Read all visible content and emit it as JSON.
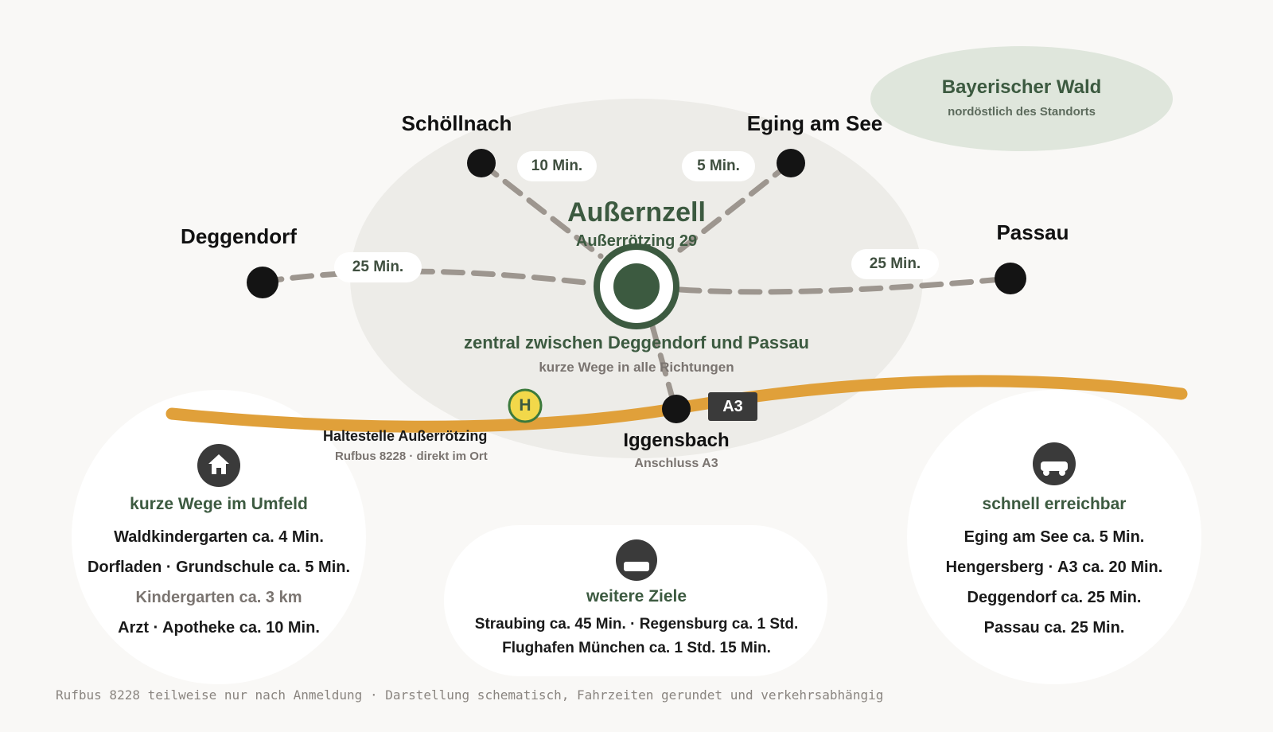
{
  "region": {
    "title": "Bayerischer Wald",
    "subtitle": "nordöstlich des Standorts",
    "color": "#dfe6dc"
  },
  "center": {
    "name": "Außernzell",
    "address": "Außerrötzing 29",
    "caption": "zentral zwischen Deggendorf und Passau",
    "caption_sub": "kurze Wege in alle Richtungen",
    "color": "#3c5a40"
  },
  "destinations": [
    {
      "name": "Schöllnach",
      "time": "10 Min."
    },
    {
      "name": "Eging am See",
      "time": "5 Min."
    },
    {
      "name": "Deggendorf",
      "time": "25 Min."
    },
    {
      "name": "Passau",
      "time": "25 Min."
    }
  ],
  "road": {
    "label": "A3",
    "color": "#e0a03a"
  },
  "stops": {
    "bus": {
      "symbol": "H",
      "title": "Haltestelle Außerrötzing",
      "subtitle": "Rufbus 8228 · direkt im Ort"
    },
    "iggensbach": {
      "title": "Iggensbach",
      "subtitle": "Anschluss A3"
    }
  },
  "cards": {
    "left": {
      "icon": "house-icon",
      "heading": "kurze Wege im Umfeld",
      "lines": [
        "Waldkindergarten ca. 4 Min.",
        "Dorfladen · Grundschule ca. 5 Min.",
        "Kindergarten ca. 3 km",
        "Arzt · Apotheke ca. 10 Min."
      ]
    },
    "middle": {
      "icon": "train-icon",
      "heading": "weitere Ziele",
      "lines": [
        "Straubing ca. 45 Min. · Regensburg ca. 1 Std.",
        "Flughafen München ca. 1 Std. 15 Min."
      ]
    },
    "right": {
      "icon": "car-icon",
      "heading": "schnell erreichbar",
      "lines": [
        "Eging am See ca. 5 Min.",
        "Hengersberg · A3 ca. 20 Min.",
        "Deggendorf ca. 25 Min.",
        "Passau ca. 25 Min."
      ]
    }
  },
  "footnote": "Rufbus 8228 teilweise nur nach Anmeldung · Darstellung schematisch, Fahrzeiten gerundet und verkehrsabhängig"
}
